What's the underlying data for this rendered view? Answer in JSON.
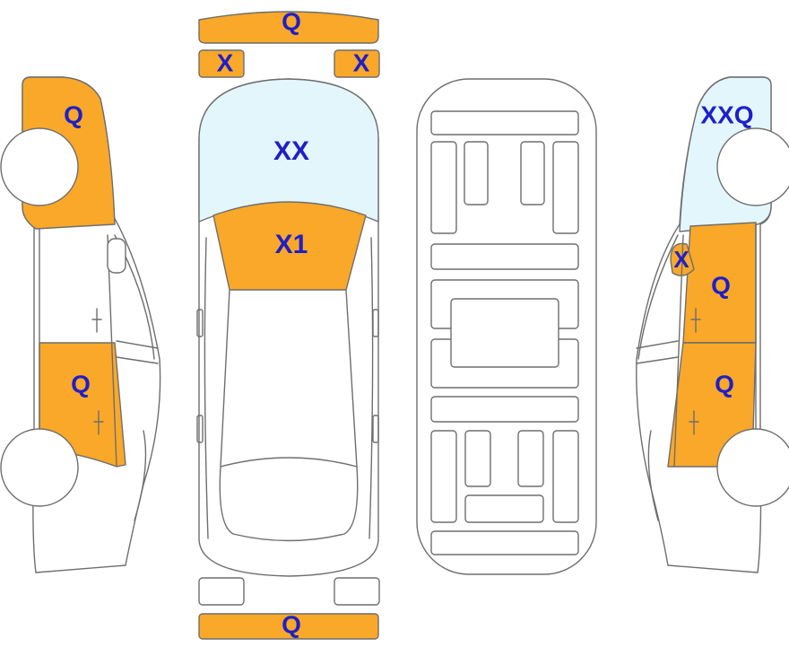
{
  "colors": {
    "damage": "#f9a829",
    "glass": "#e3f6fc",
    "outline": "#6e6e6e",
    "label": "#1f1fc8"
  },
  "labels": {
    "front_bumper": "Q",
    "front_light_left": "X",
    "front_light_right": "X",
    "windshield": "XX",
    "hood": "X1",
    "left_front": "Q",
    "left_rear_door": "Q",
    "right_windshield": "XXQ",
    "right_mirror": "X",
    "right_front_door": "Q",
    "right_rear_door": "Q",
    "rear_bumper": "Q"
  }
}
